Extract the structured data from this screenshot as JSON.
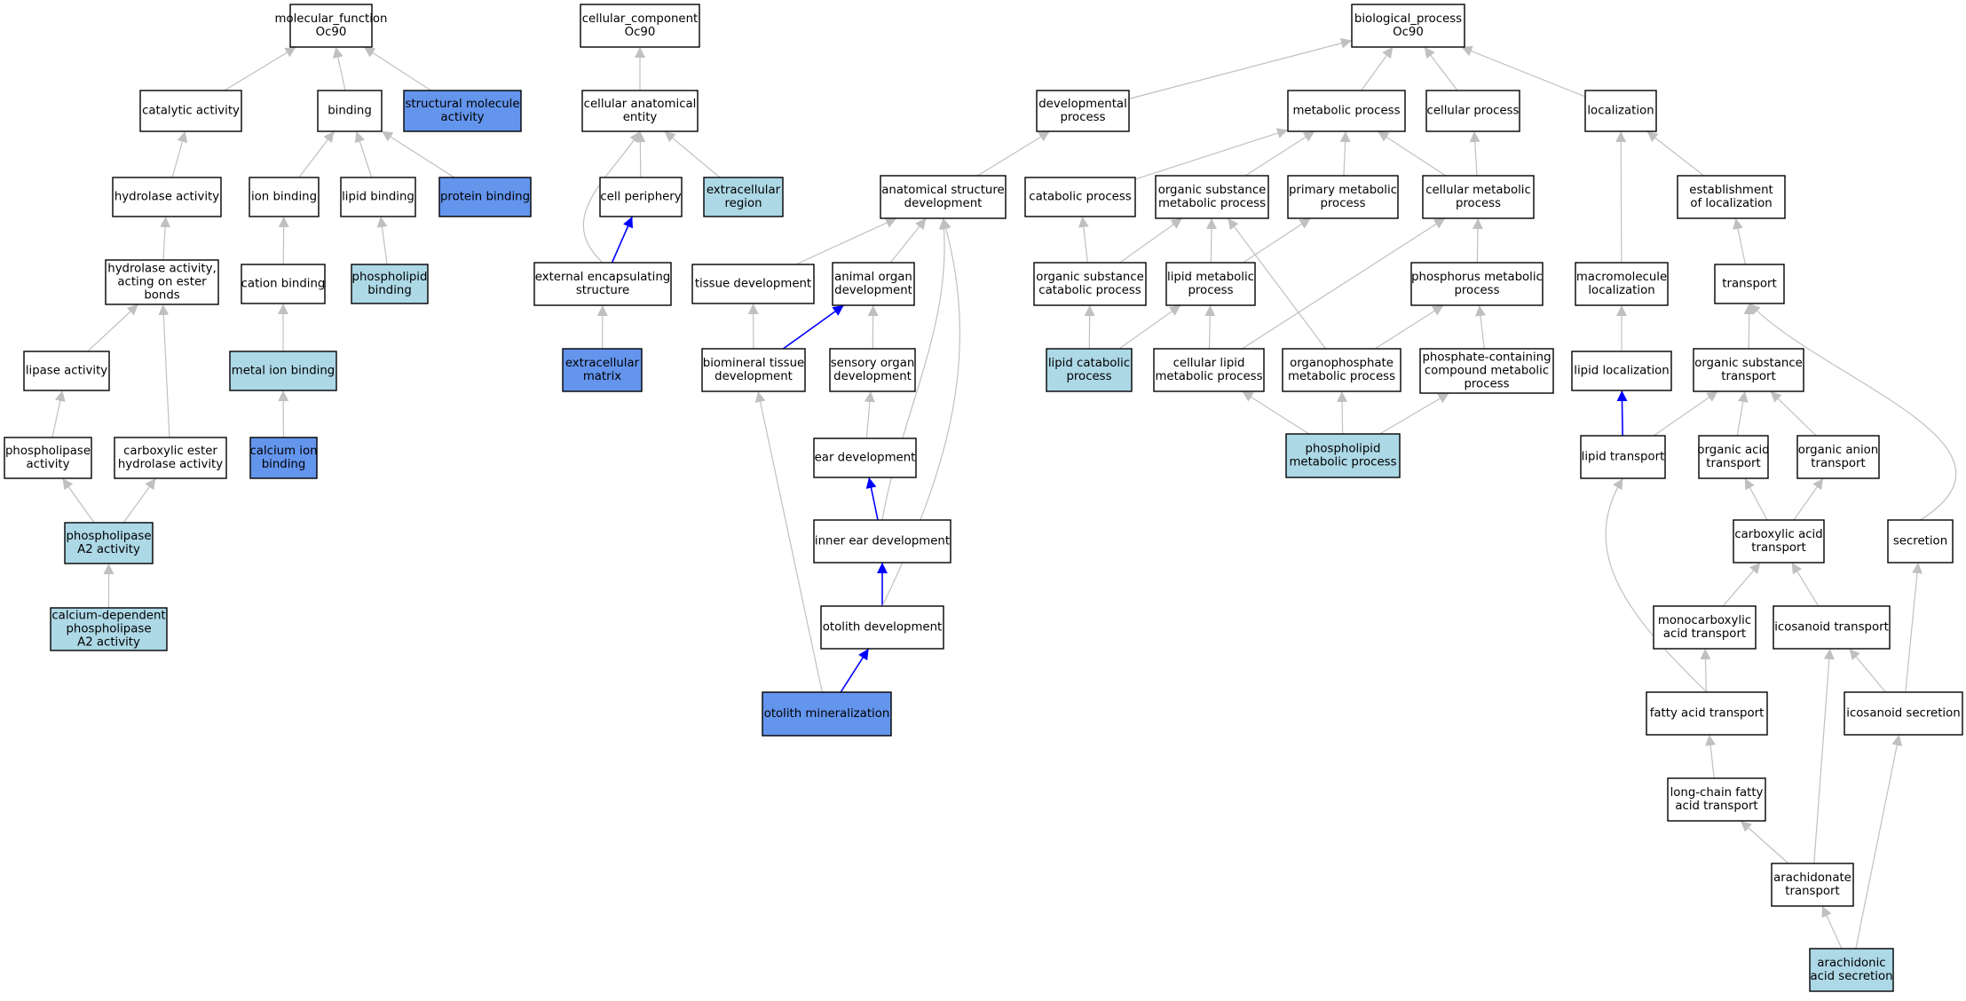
{
  "colors": {
    "background": "#ffffff",
    "node_default": "#ffffff",
    "node_light": "#add8e6",
    "node_strong": "#6495ed",
    "node_border": "#000000",
    "edge_gray": "#c0c0c0",
    "edge_highlight": "#0000ff"
  },
  "nodes": [
    {
      "id": "mf",
      "lines": [
        "molecular_function",
        "Oc90"
      ],
      "fill": "white"
    },
    {
      "id": "cat",
      "lines": [
        "catalytic activity"
      ],
      "fill": "white"
    },
    {
      "id": "bind",
      "lines": [
        "binding"
      ],
      "fill": "white"
    },
    {
      "id": "struct",
      "lines": [
        "structural molecule",
        "activity"
      ],
      "fill": "strong"
    },
    {
      "id": "hyd",
      "lines": [
        "hydrolase activity"
      ],
      "fill": "white"
    },
    {
      "id": "ionb",
      "lines": [
        "ion binding"
      ],
      "fill": "white"
    },
    {
      "id": "lipb",
      "lines": [
        "lipid binding"
      ],
      "fill": "white"
    },
    {
      "id": "protb",
      "lines": [
        "protein binding"
      ],
      "fill": "strong"
    },
    {
      "id": "hydest",
      "lines": [
        "hydrolase activity,",
        "acting on ester",
        "bonds"
      ],
      "fill": "white"
    },
    {
      "id": "catb",
      "lines": [
        "cation binding"
      ],
      "fill": "white"
    },
    {
      "id": "phlipb",
      "lines": [
        "phospholipid",
        "binding"
      ],
      "fill": "light"
    },
    {
      "id": "lipase",
      "lines": [
        "lipase activity"
      ],
      "fill": "white"
    },
    {
      "id": "metal",
      "lines": [
        "metal ion binding"
      ],
      "fill": "light"
    },
    {
      "id": "phlase",
      "lines": [
        "phospholipase",
        "activity"
      ],
      "fill": "white"
    },
    {
      "id": "carbest",
      "lines": [
        "carboxylic ester",
        "hydrolase activity"
      ],
      "fill": "white"
    },
    {
      "id": "calb",
      "lines": [
        "calcium ion",
        "binding"
      ],
      "fill": "strong"
    },
    {
      "id": "pla2",
      "lines": [
        "phospholipase",
        "A2 activity"
      ],
      "fill": "light"
    },
    {
      "id": "capla2",
      "lines": [
        "calcium-dependent",
        "phospholipase",
        "A2 activity"
      ],
      "fill": "light"
    },
    {
      "id": "cc",
      "lines": [
        "cellular_component",
        "Oc90"
      ],
      "fill": "white"
    },
    {
      "id": "cae",
      "lines": [
        "cellular anatomical",
        "entity"
      ],
      "fill": "white"
    },
    {
      "id": "cper",
      "lines": [
        "cell periphery"
      ],
      "fill": "white"
    },
    {
      "id": "exreg",
      "lines": [
        "extracellular",
        "region"
      ],
      "fill": "light"
    },
    {
      "id": "eenc",
      "lines": [
        "external encapsulating",
        "structure"
      ],
      "fill": "white"
    },
    {
      "id": "ecm",
      "lines": [
        "extracellular",
        "matrix"
      ],
      "fill": "strong"
    },
    {
      "id": "bp",
      "lines": [
        "biological_process",
        "Oc90"
      ],
      "fill": "white"
    },
    {
      "id": "devp",
      "lines": [
        "developmental",
        "process"
      ],
      "fill": "white"
    },
    {
      "id": "metp",
      "lines": [
        "metabolic process"
      ],
      "fill": "white"
    },
    {
      "id": "cellp",
      "lines": [
        "cellular process"
      ],
      "fill": "white"
    },
    {
      "id": "loc",
      "lines": [
        "localization"
      ],
      "fill": "white"
    },
    {
      "id": "asd",
      "lines": [
        "anatomical structure",
        "development"
      ],
      "fill": "white"
    },
    {
      "id": "catp",
      "lines": [
        "catabolic process"
      ],
      "fill": "white"
    },
    {
      "id": "osmp",
      "lines": [
        "organic substance",
        "metabolic process"
      ],
      "fill": "white"
    },
    {
      "id": "pmp",
      "lines": [
        "primary metabolic",
        "process"
      ],
      "fill": "white"
    },
    {
      "id": "cmp",
      "lines": [
        "cellular metabolic",
        "process"
      ],
      "fill": "white"
    },
    {
      "id": "estloc",
      "lines": [
        "establishment",
        "of localization"
      ],
      "fill": "white"
    },
    {
      "id": "tissd",
      "lines": [
        "tissue development"
      ],
      "fill": "white"
    },
    {
      "id": "aod",
      "lines": [
        "animal organ",
        "development"
      ],
      "fill": "white"
    },
    {
      "id": "oscp",
      "lines": [
        "organic substance",
        "catabolic process"
      ],
      "fill": "white"
    },
    {
      "id": "lmp",
      "lines": [
        "lipid metabolic",
        "process"
      ],
      "fill": "white"
    },
    {
      "id": "phmp",
      "lines": [
        "phosphorus metabolic",
        "process"
      ],
      "fill": "white"
    },
    {
      "id": "macloc",
      "lines": [
        "macromolecule",
        "localization"
      ],
      "fill": "white"
    },
    {
      "id": "transp",
      "lines": [
        "transport"
      ],
      "fill": "white"
    },
    {
      "id": "btd",
      "lines": [
        "biomineral tissue",
        "development"
      ],
      "fill": "white"
    },
    {
      "id": "sod",
      "lines": [
        "sensory organ",
        "development"
      ],
      "fill": "white"
    },
    {
      "id": "lcp",
      "lines": [
        "lipid catabolic",
        "process"
      ],
      "fill": "light"
    },
    {
      "id": "clmp",
      "lines": [
        "cellular lipid",
        "metabolic process"
      ],
      "fill": "white"
    },
    {
      "id": "opmp",
      "lines": [
        "organophosphate",
        "metabolic process"
      ],
      "fill": "white"
    },
    {
      "id": "pccmp",
      "lines": [
        "phosphate-containing",
        "compound metabolic",
        "process"
      ],
      "fill": "white"
    },
    {
      "id": "liploc",
      "lines": [
        "lipid localization"
      ],
      "fill": "white"
    },
    {
      "id": "ost",
      "lines": [
        "organic substance",
        "transport"
      ],
      "fill": "white"
    },
    {
      "id": "eard",
      "lines": [
        "ear development"
      ],
      "fill": "white"
    },
    {
      "id": "phlmp",
      "lines": [
        "phospholipid",
        "metabolic process"
      ],
      "fill": "light"
    },
    {
      "id": "lipt",
      "lines": [
        "lipid transport"
      ],
      "fill": "white"
    },
    {
      "id": "oat",
      "lines": [
        "organic acid",
        "transport"
      ],
      "fill": "white"
    },
    {
      "id": "oant",
      "lines": [
        "organic anion",
        "transport"
      ],
      "fill": "white"
    },
    {
      "id": "ied",
      "lines": [
        "inner ear development"
      ],
      "fill": "white"
    },
    {
      "id": "cbat",
      "lines": [
        "carboxylic acid",
        "transport"
      ],
      "fill": "white"
    },
    {
      "id": "secr",
      "lines": [
        "secretion"
      ],
      "fill": "white"
    },
    {
      "id": "otod",
      "lines": [
        "otolith development"
      ],
      "fill": "white"
    },
    {
      "id": "mcat",
      "lines": [
        "monocarboxylic",
        "acid transport"
      ],
      "fill": "white"
    },
    {
      "id": "icot",
      "lines": [
        "icosanoid transport"
      ],
      "fill": "white"
    },
    {
      "id": "otom",
      "lines": [
        "otolith mineralization"
      ],
      "fill": "strong"
    },
    {
      "id": "fat",
      "lines": [
        "fatty acid transport"
      ],
      "fill": "white"
    },
    {
      "id": "icos",
      "lines": [
        "icosanoid secretion"
      ],
      "fill": "white"
    },
    {
      "id": "lcfat",
      "lines": [
        "long-chain fatty",
        "acid transport"
      ],
      "fill": "white"
    },
    {
      "id": "arat",
      "lines": [
        "arachidonate",
        "transport"
      ],
      "fill": "white"
    },
    {
      "id": "aras",
      "lines": [
        "arachidonic",
        "acid secretion"
      ],
      "fill": "light"
    }
  ],
  "edges": [
    {
      "from": "cat",
      "to": "mf",
      "color": "gray"
    },
    {
      "from": "bind",
      "to": "mf",
      "color": "gray"
    },
    {
      "from": "struct",
      "to": "mf",
      "color": "gray"
    },
    {
      "from": "hyd",
      "to": "cat",
      "color": "gray"
    },
    {
      "from": "ionb",
      "to": "bind",
      "color": "gray"
    },
    {
      "from": "lipb",
      "to": "bind",
      "color": "gray"
    },
    {
      "from": "protb",
      "to": "bind",
      "color": "gray"
    },
    {
      "from": "hydest",
      "to": "hyd",
      "color": "gray"
    },
    {
      "from": "catb",
      "to": "ionb",
      "color": "gray"
    },
    {
      "from": "phlipb",
      "to": "lipb",
      "color": "gray"
    },
    {
      "from": "lipase",
      "to": "hydest",
      "color": "gray"
    },
    {
      "from": "carbest",
      "to": "hydest",
      "color": "gray"
    },
    {
      "from": "metal",
      "to": "catb",
      "color": "gray"
    },
    {
      "from": "phlase",
      "to": "lipase",
      "color": "gray"
    },
    {
      "from": "calb",
      "to": "metal",
      "color": "gray"
    },
    {
      "from": "pla2",
      "to": "phlase",
      "color": "gray"
    },
    {
      "from": "pla2",
      "to": "carbest",
      "color": "gray"
    },
    {
      "from": "capla2",
      "to": "pla2",
      "color": "gray"
    },
    {
      "from": "cae",
      "to": "cc",
      "color": "gray"
    },
    {
      "from": "cper",
      "to": "cae",
      "color": "gray"
    },
    {
      "from": "exreg",
      "to": "cae",
      "color": "gray"
    },
    {
      "from": "eenc",
      "to": "cae",
      "color": "gray",
      "curve": "left"
    },
    {
      "from": "eenc",
      "to": "cper",
      "color": "blue"
    },
    {
      "from": "ecm",
      "to": "eenc",
      "color": "gray"
    },
    {
      "from": "devp",
      "to": "bp",
      "color": "gray"
    },
    {
      "from": "metp",
      "to": "bp",
      "color": "gray"
    },
    {
      "from": "cellp",
      "to": "bp",
      "color": "gray"
    },
    {
      "from": "loc",
      "to": "bp",
      "color": "gray"
    },
    {
      "from": "asd",
      "to": "devp",
      "color": "gray"
    },
    {
      "from": "catp",
      "to": "metp",
      "color": "gray"
    },
    {
      "from": "osmp",
      "to": "metp",
      "color": "gray"
    },
    {
      "from": "pmp",
      "to": "metp",
      "color": "gray"
    },
    {
      "from": "cmp",
      "to": "metp",
      "color": "gray"
    },
    {
      "from": "cmp",
      "to": "cellp",
      "color": "gray"
    },
    {
      "from": "estloc",
      "to": "loc",
      "color": "gray"
    },
    {
      "from": "macloc",
      "to": "loc",
      "color": "gray"
    },
    {
      "from": "tissd",
      "to": "asd",
      "color": "gray"
    },
    {
      "from": "aod",
      "to": "asd",
      "color": "gray"
    },
    {
      "from": "oscp",
      "to": "catp",
      "color": "gray"
    },
    {
      "from": "oscp",
      "to": "osmp",
      "color": "gray"
    },
    {
      "from": "lmp",
      "to": "osmp",
      "color": "gray"
    },
    {
      "from": "lmp",
      "to": "pmp",
      "color": "gray"
    },
    {
      "from": "phmp",
      "to": "cmp",
      "color": "gray"
    },
    {
      "from": "clmp",
      "to": "cmp",
      "color": "gray"
    },
    {
      "from": "opmp",
      "to": "osmp",
      "color": "gray"
    },
    {
      "from": "transp",
      "to": "estloc",
      "color": "gray"
    },
    {
      "from": "btd",
      "to": "tissd",
      "color": "gray"
    },
    {
      "from": "btd",
      "to": "aod",
      "color": "blue"
    },
    {
      "from": "sod",
      "to": "aod",
      "color": "gray"
    },
    {
      "from": "lcp",
      "to": "oscp",
      "color": "gray"
    },
    {
      "from": "lcp",
      "to": "lmp",
      "color": "gray"
    },
    {
      "from": "clmp",
      "to": "lmp",
      "color": "gray"
    },
    {
      "from": "opmp",
      "to": "phmp",
      "color": "gray"
    },
    {
      "from": "pccmp",
      "to": "phmp",
      "color": "gray"
    },
    {
      "from": "liploc",
      "to": "macloc",
      "color": "gray"
    },
    {
      "from": "ost",
      "to": "transp",
      "color": "gray"
    },
    {
      "from": "eard",
      "to": "sod",
      "color": "gray"
    },
    {
      "from": "phlmp",
      "to": "clmp",
      "color": "gray"
    },
    {
      "from": "phlmp",
      "to": "opmp",
      "color": "gray"
    },
    {
      "from": "phlmp",
      "to": "pccmp",
      "color": "gray"
    },
    {
      "from": "lipt",
      "to": "liploc",
      "color": "blue"
    },
    {
      "from": "lipt",
      "to": "ost",
      "color": "gray"
    },
    {
      "from": "oat",
      "to": "ost",
      "color": "gray"
    },
    {
      "from": "oant",
      "to": "ost",
      "color": "gray"
    },
    {
      "from": "ied",
      "to": "eard",
      "color": "blue"
    },
    {
      "from": "ied",
      "to": "asd",
      "color": "gray",
      "curve": "down"
    },
    {
      "from": "cbat",
      "to": "oat",
      "color": "gray"
    },
    {
      "from": "cbat",
      "to": "oant",
      "color": "gray"
    },
    {
      "from": "secr",
      "to": "transp",
      "color": "gray",
      "curve": "right"
    },
    {
      "from": "otod",
      "to": "ied",
      "color": "blue"
    },
    {
      "from": "otod",
      "to": "asd",
      "color": "gray",
      "curve": "right"
    },
    {
      "from": "mcat",
      "to": "cbat",
      "color": "gray"
    },
    {
      "from": "icot",
      "to": "cbat",
      "color": "gray"
    },
    {
      "from": "otom",
      "to": "otod",
      "color": "blue"
    },
    {
      "from": "otom",
      "to": "btd",
      "color": "gray"
    },
    {
      "from": "fat",
      "to": "mcat",
      "color": "gray"
    },
    {
      "from": "fat",
      "to": "lipt",
      "color": "gray",
      "curve": "left"
    },
    {
      "from": "icos",
      "to": "icot",
      "color": "gray"
    },
    {
      "from": "icos",
      "to": "secr",
      "color": "gray"
    },
    {
      "from": "lcfat",
      "to": "fat",
      "color": "gray"
    },
    {
      "from": "arat",
      "to": "lcfat",
      "color": "gray"
    },
    {
      "from": "arat",
      "to": "icot",
      "color": "gray"
    },
    {
      "from": "aras",
      "to": "arat",
      "color": "gray"
    },
    {
      "from": "aras",
      "to": "icos",
      "color": "gray"
    }
  ]
}
